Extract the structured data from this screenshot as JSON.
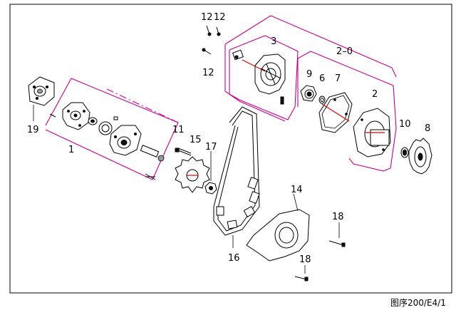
{
  "labels": {
    "p1": "1",
    "p2": "2",
    "p2_0": "2–0",
    "p3": "3",
    "p6": "6",
    "p7": "7",
    "p8": "8",
    "p9": "9",
    "p10": "10",
    "p11": "11",
    "p12a": "12",
    "p12b": "12",
    "p12c": "12",
    "p14": "14",
    "p15": "15",
    "p16": "16",
    "p17": "17",
    "p18a": "18",
    "p18b": "18",
    "p19": "19"
  },
  "figure_code": "图序200/E4/1"
}
